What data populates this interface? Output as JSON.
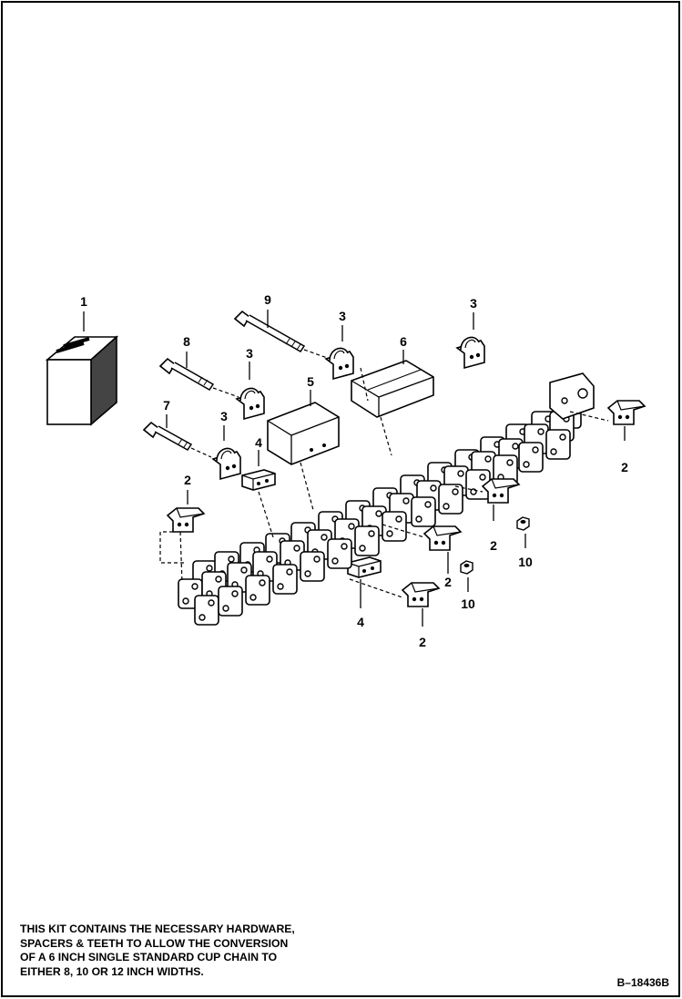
{
  "diagram": {
    "callouts": [
      {
        "id": "c1",
        "label": "1"
      },
      {
        "id": "c9",
        "label": "9"
      },
      {
        "id": "c3a",
        "label": "3"
      },
      {
        "id": "c3b",
        "label": "3"
      },
      {
        "id": "c8",
        "label": "8"
      },
      {
        "id": "c6",
        "label": "6"
      },
      {
        "id": "c3c",
        "label": "3"
      },
      {
        "id": "c5",
        "label": "5"
      },
      {
        "id": "c7",
        "label": "7"
      },
      {
        "id": "c3d",
        "label": "3"
      },
      {
        "id": "c4a",
        "label": "4"
      },
      {
        "id": "c2a",
        "label": "2"
      },
      {
        "id": "c2b",
        "label": "2"
      },
      {
        "id": "c2c",
        "label": "2"
      },
      {
        "id": "c10a",
        "label": "10"
      },
      {
        "id": "c2d",
        "label": "2"
      },
      {
        "id": "c10b",
        "label": "10"
      },
      {
        "id": "c4b",
        "label": "4"
      },
      {
        "id": "c2e",
        "label": "2"
      }
    ]
  },
  "note": {
    "lines": [
      "THIS KIT CONTAINS THE NECESSARY HARDWARE,",
      "SPACERS & TEETH TO ALLOW THE CONVERSION",
      "OF A 6 INCH SINGLE STANDARD CUP CHAIN TO",
      "EITHER 8, 10 OR 12 INCH WIDTHS."
    ]
  },
  "reference": "B–18436B"
}
